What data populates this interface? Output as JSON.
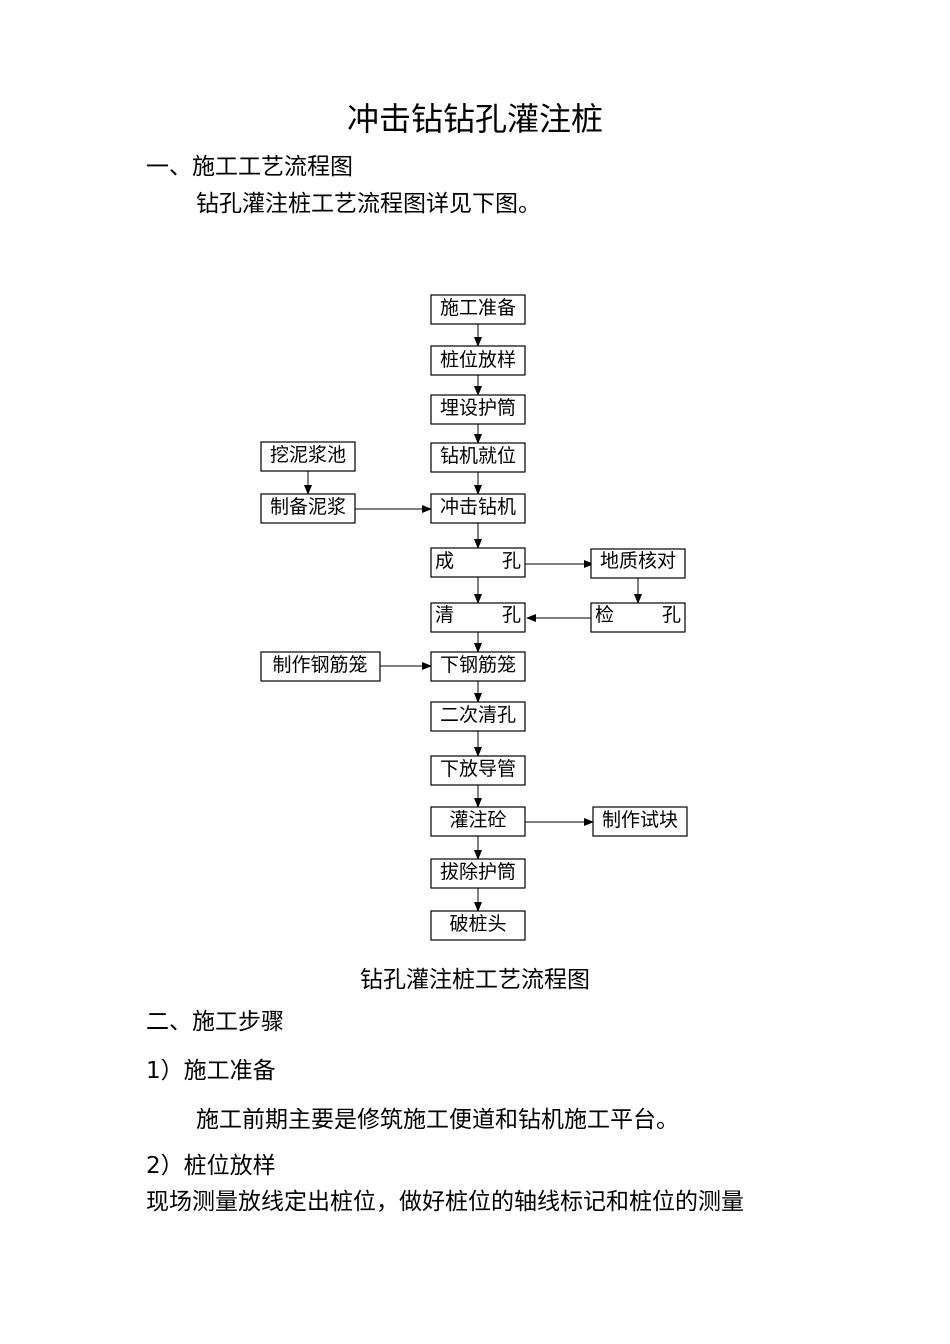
{
  "document": {
    "title": "冲击钻钻孔灌注桩",
    "section1": {
      "heading": "一、施工工艺流程图",
      "text": "钻孔灌注桩工艺流程图详见下图。"
    },
    "figure": {
      "caption": "钻孔灌注桩工艺流程图",
      "nodes": {
        "prep": "施工准备",
        "layout": "桩位放样",
        "casing": "埋设护筒",
        "rig": "钻机就位",
        "impact": "冲击钻机",
        "hole": [
          "成",
          "孔"
        ],
        "clean": [
          "清",
          "孔"
        ],
        "cage_down": "下钢筋笼",
        "clean2": "二次清孔",
        "tremie": "下放导管",
        "pour": "灌注砼",
        "remove": "拔除护筒",
        "break": "破桩头",
        "dig_pit": "挖泥浆池",
        "make_mud": "制备泥浆",
        "make_cage": "制作钢筋笼",
        "geo_check": "地质核对",
        "inspect": [
          "检",
          "孔"
        ],
        "test_block": "制作试块"
      }
    },
    "section2": {
      "heading": "二、施工步骤",
      "step1": {
        "heading": "1）施工准备",
        "text": "施工前期主要是修筑施工便道和钻机施工平台。"
      },
      "step2": {
        "heading": "2）桩位放样",
        "text": "现场测量放线定出桩位，做好桩位的轴线标记和桩位的测量"
      }
    }
  }
}
